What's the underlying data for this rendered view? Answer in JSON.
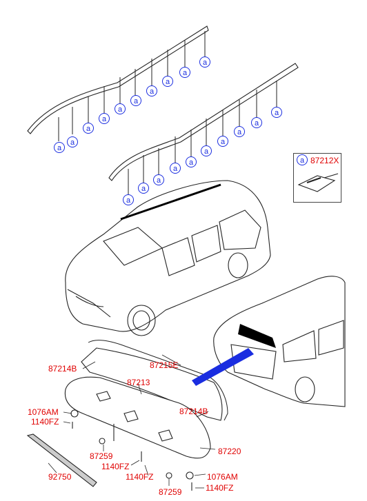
{
  "callout_symbol": "a",
  "inset": {
    "part_number": "87212X"
  },
  "part_labels": {
    "p87214B_left": "87214B",
    "p87215E": "87215E",
    "p87213": "87213",
    "p87214B_right": "87214B",
    "p1076AM_left": "1076AM",
    "p1140FZ_left": "1140FZ",
    "p87220": "87220",
    "p87259_left": "87259",
    "p1140FZ_mid1": "1140FZ",
    "p1140FZ_mid2": "1140FZ",
    "p92750": "92750",
    "p1076AM_right": "1076AM",
    "p87259_right": "87259",
    "p1140FZ_right": "1140FZ"
  },
  "colors": {
    "label": "#e00000",
    "callout": "#1a2de0",
    "highlight": "#1a2de0",
    "line": "#222222"
  }
}
